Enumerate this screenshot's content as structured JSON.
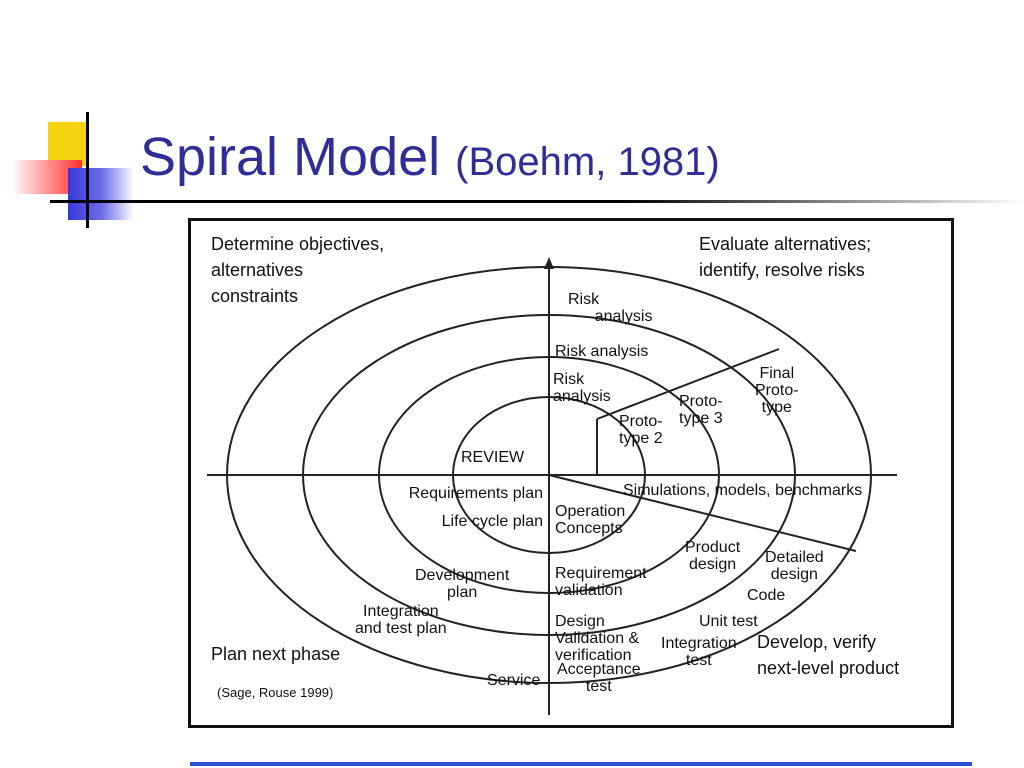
{
  "slide": {
    "title": "Spiral Model",
    "title_sub": "(Boehm, 1981)",
    "citation": "(Sage, Rouse 1999)"
  },
  "colors": {
    "title": "#2e2e96",
    "accent_yellow": "#f5d40f",
    "accent_red": "#ff3030",
    "accent_blue": "#3838d8",
    "bottom_rule": "#2b4fd0"
  },
  "quadrants": {
    "top_left": "Determine objectives,\nalternatives\nconstraints",
    "top_right": "Evaluate alternatives;\nidentify, resolve risks",
    "bottom_left": "Plan next phase",
    "bottom_right": "Develop, verify\nnext-level product"
  },
  "labels": {
    "risk_analysis_outer": "Risk\n      analysis",
    "risk_analysis_mid": "Risk analysis",
    "risk_analysis_inner": "Risk\nanalysis",
    "final_prototype": "Final\nProto-\ntype",
    "prototype_3": "Proto-\ntype 3",
    "prototype_2": "Proto-\ntype 2",
    "review": "REVIEW",
    "simulations": "Simulations, models, benchmarks",
    "requirements_plan": "Requirements plan",
    "life_cycle_plan": "Life cycle plan",
    "operation_concepts": "Operation\nConcepts",
    "development_plan": "Development\nplan",
    "requirement_validation": "Requirement\nvalidation",
    "product_design": "Product\ndesign",
    "detailed_design": "Detailed\ndesign",
    "code": "Code",
    "integration_test_plan": "Integration\nand test plan",
    "design_validation": "Design\nValidation &\nverification",
    "unit_test": "Unit test",
    "integration_test": "Integration\ntest",
    "acceptance_test": "Acceptance\ntest",
    "service": "Service"
  }
}
